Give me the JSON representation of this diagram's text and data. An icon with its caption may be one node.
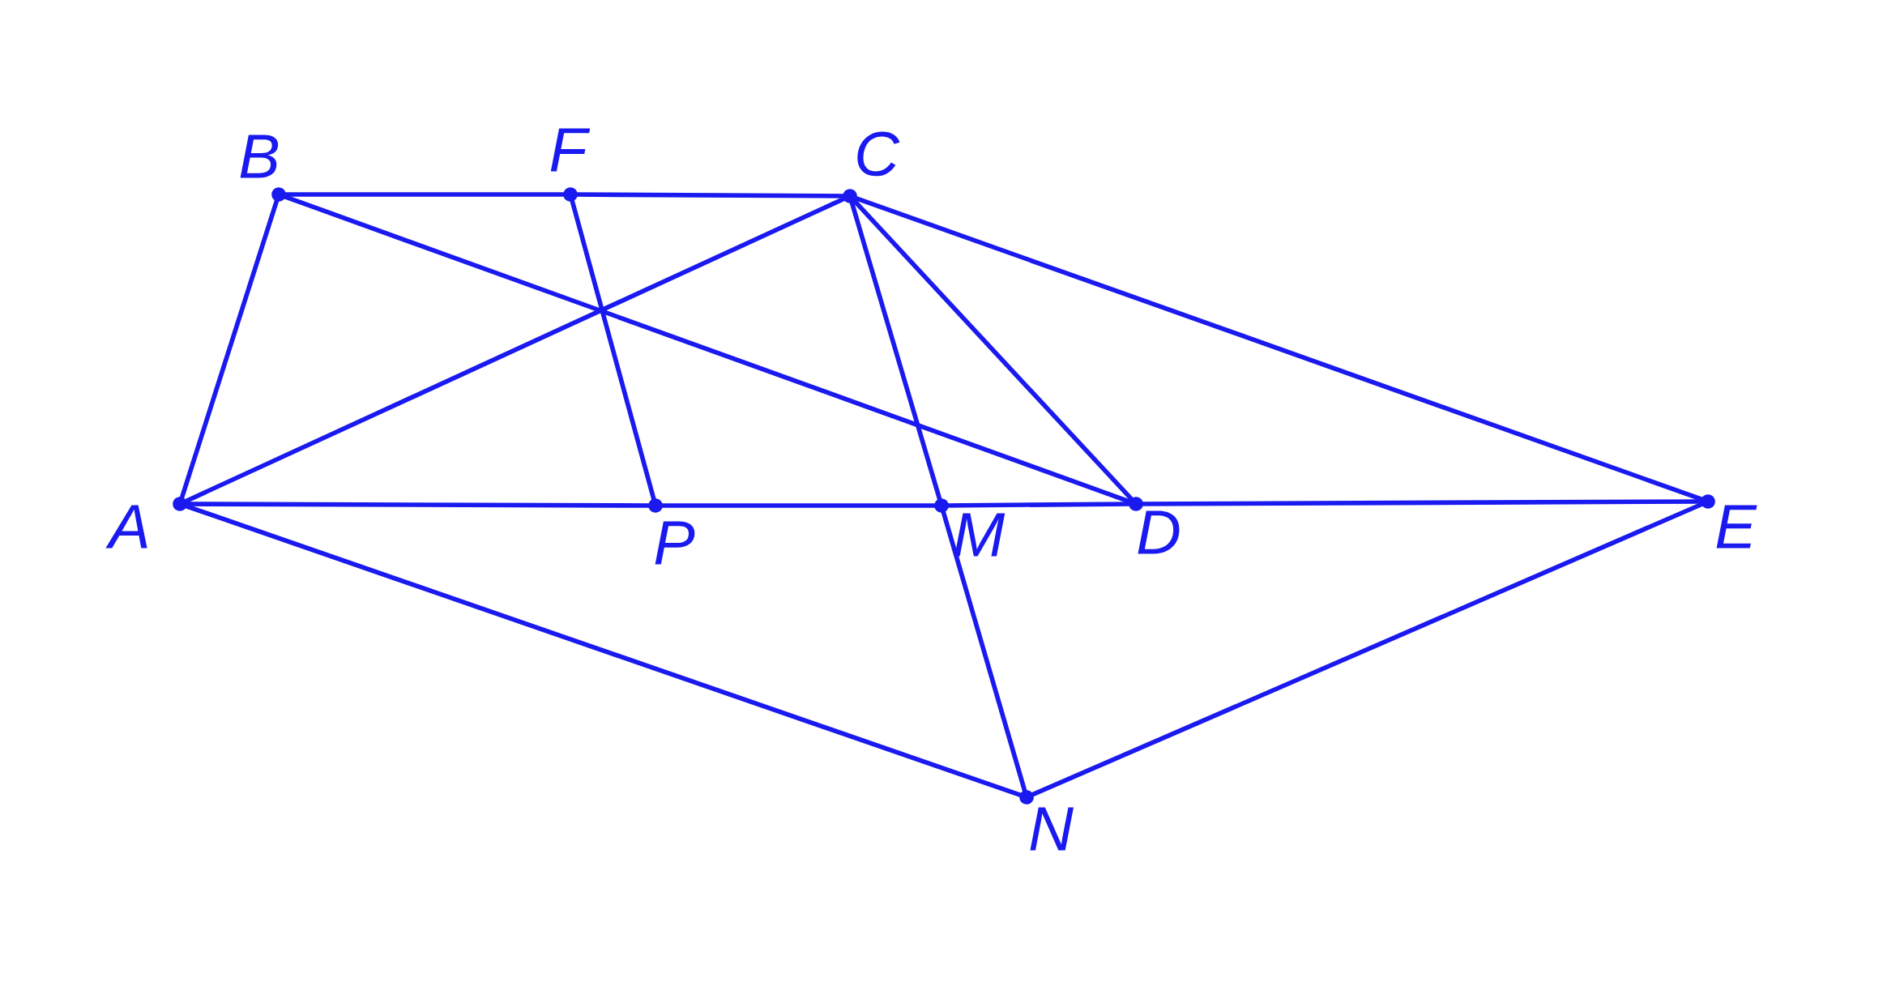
{
  "diagram": {
    "nodes": [
      {
        "text": [
          "A"
        ]
      },
      {
        "text": [
          "B"
        ]
      },
      {
        "text": [
          "F"
        ]
      },
      {
        "text": [
          "C"
        ]
      },
      {
        "text": [
          "P"
        ]
      },
      {
        "text": [
          "M"
        ]
      },
      {
        "text": [
          "D"
        ]
      },
      {
        "text": [
          "E"
        ]
      },
      {
        "text": [
          "N"
        ]
      }
    ],
    "edges": [
      {
        "from": 0,
        "to": 1,
        "arrow": "none"
      },
      {
        "from": 1,
        "to": 2,
        "arrow": "none"
      },
      {
        "from": 2,
        "to": 3,
        "arrow": "none"
      },
      {
        "from": 0,
        "to": 4,
        "arrow": "none"
      },
      {
        "from": 4,
        "to": 5,
        "arrow": "none"
      },
      {
        "from": 5,
        "to": 6,
        "arrow": "none"
      },
      {
        "from": 6,
        "to": 7,
        "arrow": "none"
      },
      {
        "from": 3,
        "to": 6,
        "arrow": "none"
      },
      {
        "from": 3,
        "to": 5,
        "arrow": "none"
      },
      {
        "from": 5,
        "to": 8,
        "arrow": "none"
      },
      {
        "from": 0,
        "to": 3,
        "arrow": "none"
      },
      {
        "from": 1,
        "to": 6,
        "arrow": "none"
      },
      {
        "from": 2,
        "to": 4,
        "arrow": "none"
      },
      {
        "from": 3,
        "to": 7,
        "arrow": "none"
      },
      {
        "from": 0,
        "to": 8,
        "arrow": "none"
      },
      {
        "from": 8,
        "to": 7,
        "arrow": "none"
      }
    ]
  }
}
